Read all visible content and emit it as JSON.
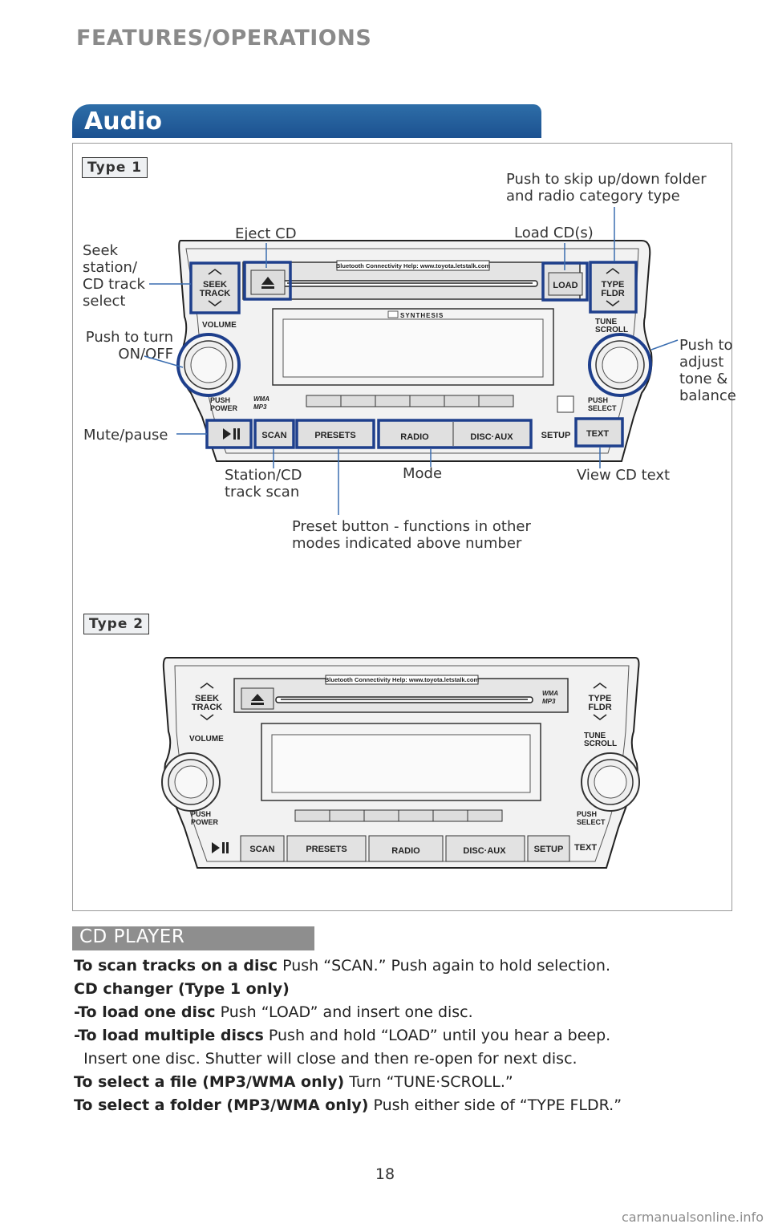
{
  "header": "FEATURES/OPERATIONS",
  "section_title": "Audio",
  "type1_label": "Type 1",
  "type2_label": "Type 2",
  "callouts": {
    "seek": "Seek\nstation/\nCD track\nselect",
    "eject": "Eject CD",
    "skip_folder": "Push to skip up/down folder\nand radio category type",
    "load": "Load CD(s)",
    "power": "Push to turn\nON/OFF",
    "tone": "Push to\nadjust\ntone &\nbalance",
    "mute": "Mute/pause",
    "scan": "Station/CD\ntrack scan",
    "mode": "Mode",
    "text": "View CD text",
    "preset": "Preset button - functions in other\nmodes indicated above number"
  },
  "stereo": {
    "bluetooth": "Bluetooth  Connectivity Help: www.toyota.letstalk.com",
    "seek1": "SEEK",
    "seek2": "TRACK",
    "type1": "TYPE",
    "type2": "FLDR",
    "tune1": "TUNE",
    "tune2": "SCROLL",
    "volume": "VOLUME",
    "push": "PUSH",
    "power": "POWER",
    "select": "SELECT",
    "load": "LOAD",
    "scan": "SCAN",
    "presets": "PRESETS",
    "radio": "RADIO",
    "disc": "DISC·AUX",
    "setup": "SETUP",
    "text": "TEXT",
    "synthesis": "SYNTHESIS",
    "wma": "WMA",
    "mp3": "MP3"
  },
  "cd_section": {
    "title": "CD PLAYER",
    "lines": [
      {
        "b": "To scan tracks on a disc",
        "t": " Push “SCAN.” Push again to hold selection."
      },
      {
        "b": "CD changer (Type 1 only)",
        "t": ""
      },
      {
        "b": "-To load one disc",
        "t": " Push “LOAD” and insert one disc."
      },
      {
        "b": "-To load multiple discs",
        "t": " Push and hold “LOAD” until you hear a beep."
      },
      {
        "b": "",
        "t": "  Insert one disc. Shutter will close and then re-open for next disc."
      },
      {
        "b": "To select a file (MP3/WMA only)",
        "t": " Turn “TUNE·SCROLL.”"
      },
      {
        "b": "To select a folder (MP3/WMA only)",
        "t": " Push either side of “TYPE FLDR.”"
      }
    ]
  },
  "page_number": "18",
  "watermark": "carmanualsonline.info",
  "colors": {
    "accent_blue": "#1c5190",
    "highlight": "#1e3f8c",
    "gray_bar": "#8e8e8e"
  }
}
